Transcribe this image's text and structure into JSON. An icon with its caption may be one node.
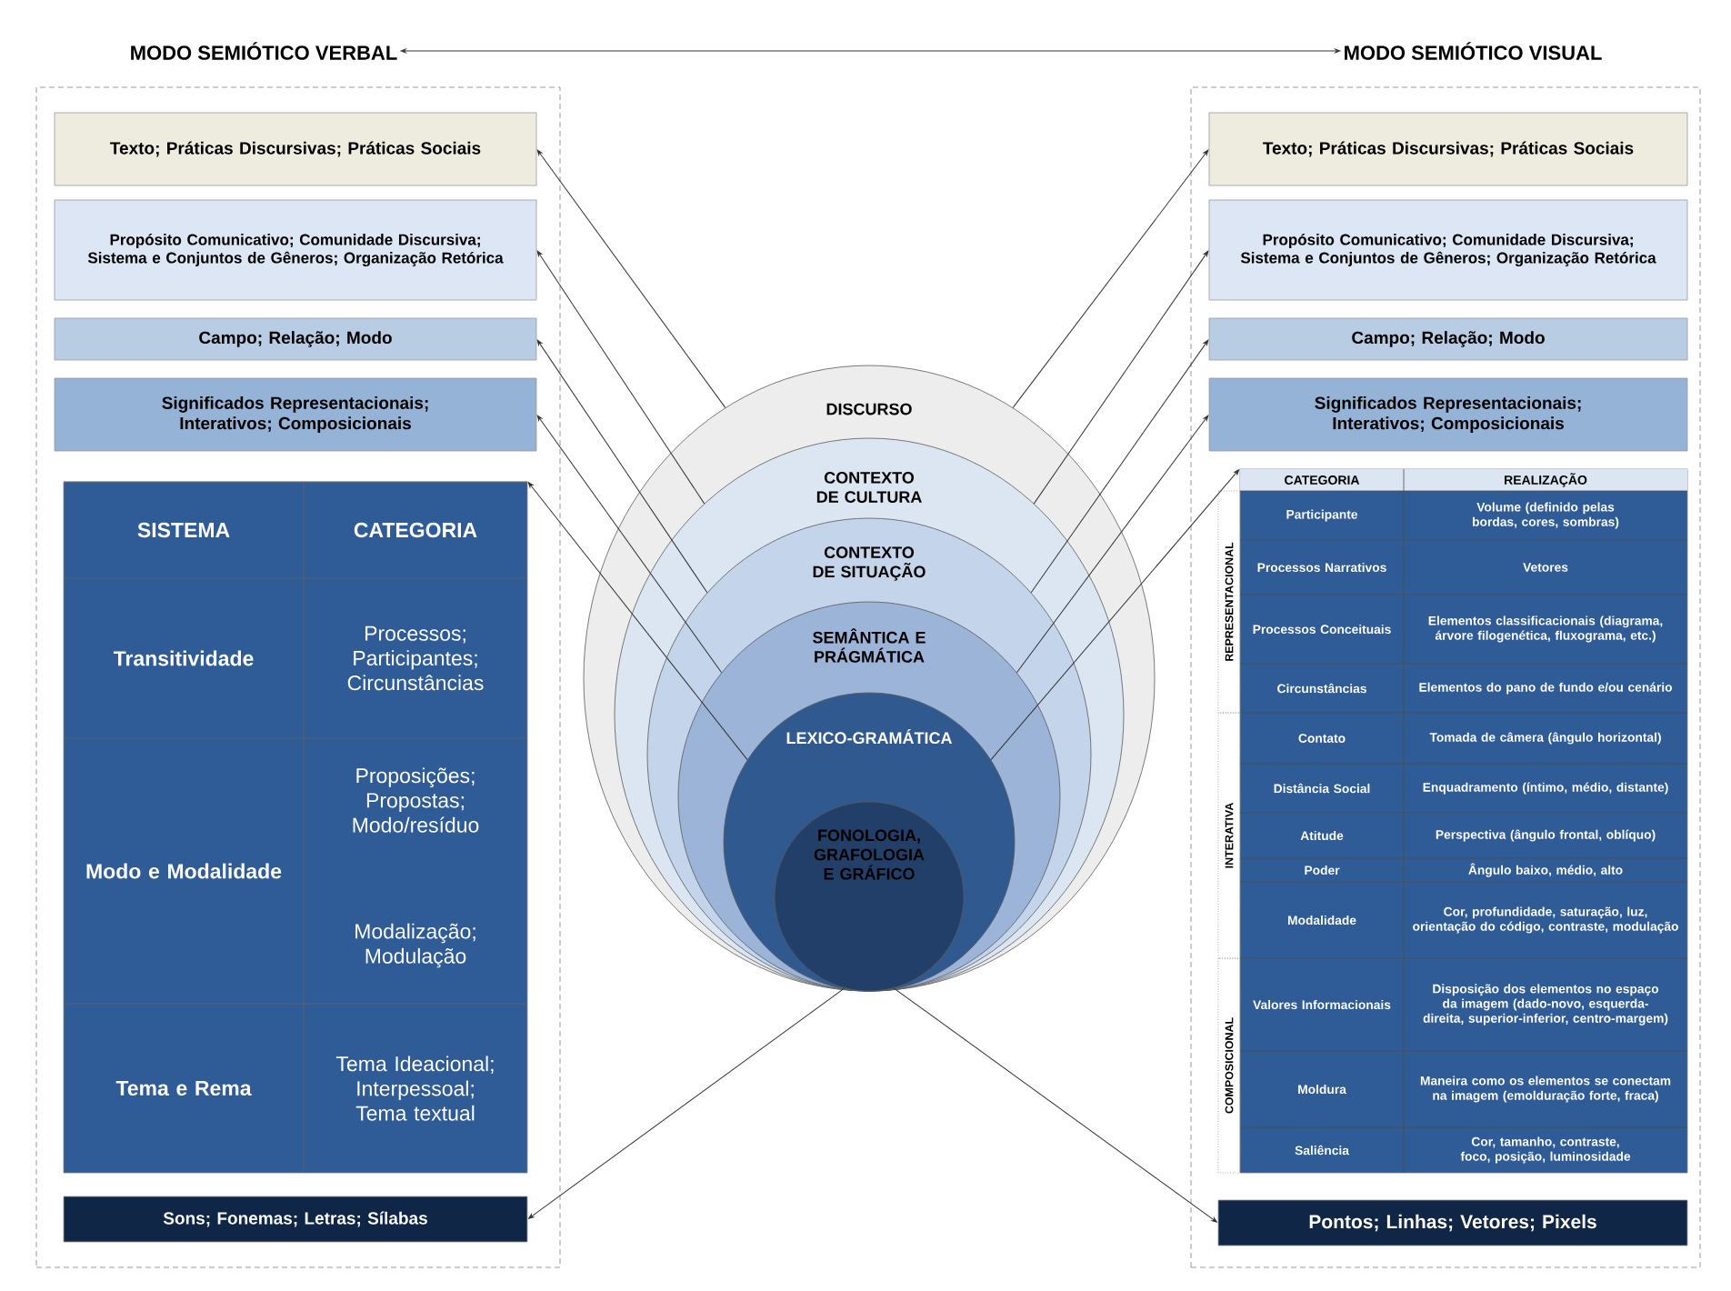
{
  "diagram": {
    "nodes": [
      {
        "text": [
          "MODO SEMIÓTICO VERBAL"
        ]
      },
      {
        "text": [
          "Texto; Práticas Discursivas; Práticas Sociais"
        ],
        "in": 0
      },
      {
        "text": [
          "Propósito Comunicativo; Comunidade Discursiva; Sistema e Conjuntos de Gêneros; Organização Retórica"
        ],
        "in": 0
      },
      {
        "text": [
          "Campo; Relação; Modo"
        ],
        "in": 0
      },
      {
        "text": [
          "Significados Representacionais; Interativos; Composicionais"
        ],
        "in": 0
      },
      {
        "text": [
          "SISTEMA",
          "CATEGORIA",
          "Transitividade",
          "Processos; Participantes; Circunstâncias",
          "Modo e Modalidade",
          "Proposições; Propostas; Modo/resíduo",
          "Modalização; Modulação",
          "Tema e Rema",
          "Tema Ideacional; Interpessoal; Tema textual"
        ],
        "in": 0
      },
      {
        "text": [
          "Sons; Fonemas; Letras; Sílabas"
        ],
        "in": 0
      },
      {
        "text": [
          "DISCURSO"
        ]
      },
      {
        "text": [
          "CONTEXTO DE CULTURA"
        ],
        "in": 7
      },
      {
        "text": [
          "CONTEXTO DE SITUAÇÃO"
        ],
        "in": 8
      },
      {
        "text": [
          "SEMÂNTICA E PRÁGMÁTICA"
        ],
        "in": 9
      },
      {
        "text": [
          "LEXICO-GRAMÁTICA"
        ],
        "in": 10
      },
      {
        "text": [
          "FONOLOGIA, GRAFOLOGIA E GRÁFICO"
        ],
        "in": 11
      },
      {
        "text": [
          "MODO SEMIÓTICO VISUAL"
        ]
      },
      {
        "text": [
          "Texto; Práticas Discursivas; Práticas Sociais"
        ],
        "in": 13
      },
      {
        "text": [
          "Propósito Comunicativo; Comunidade Discursiva; Sistema e Conjuntos de Gêneros; Organização Retórica"
        ],
        "in": 13
      },
      {
        "text": [
          "Campo; Relação; Modo"
        ],
        "in": 13
      },
      {
        "text": [
          "Significados Representacionais; Interativos; Composicionais"
        ],
        "in": 13
      },
      {
        "text": [
          "CATEGORIA",
          "REALIZAÇÃO",
          "REPRESENTACIONAL",
          "Participante",
          "Volume (definido pelas bordas, cores, sombras)",
          "Processos Narrativos",
          "Vetores",
          "Processos Conceituais",
          "Elementos classificacionais (diagrama, árvore filogenética, fluxograma, etc.)",
          "Circunstâncias",
          "Elementos do pano de fundo e/ou cenário",
          "INTERATIVA",
          "Contato",
          "Tomada de câmera (ângulo horizontal)",
          "Distância Social",
          "Enquadramento (íntimo, médio, distante)",
          "Atitude",
          "Perspectiva (ângulo frontal, oblíquo)",
          "Poder",
          "Ângulo baixo, médio, alto",
          "Modalidade",
          "Cor, profundidade, saturação, luz, orientação do código, contraste, modulação",
          "COMPOSICIONAL",
          "Valores Informacionais",
          "Disposição dos elementos no espaço da imagem (dado-novo, esquerda-direita, superior-inferior, centro-margem)",
          "Moldura",
          "Maneira como os elementos se conectam na imagem (emolduração forte, fraca)",
          "Saliência",
          "Cor, tamanho, contraste, foco, posição, luminosidade"
        ],
        "in": 13
      },
      {
        "text": [
          "Pontos;  Linhas; Vetores; Pixels"
        ],
        "in": 13
      }
    ],
    "edges": [
      {
        "from": 0,
        "to": 13,
        "arrow": "both"
      },
      {
        "from": 7,
        "to": 1,
        "arrow": "to"
      },
      {
        "from": 8,
        "to": 2,
        "arrow": "to"
      },
      {
        "from": 9,
        "to": 3,
        "arrow": "to"
      },
      {
        "from": 10,
        "to": 4,
        "arrow": "to"
      },
      {
        "from": 11,
        "to": 5,
        "arrow": "to"
      },
      {
        "from": 12,
        "to": 6,
        "arrow": "to"
      },
      {
        "from": 7,
        "to": 14,
        "arrow": "to"
      },
      {
        "from": 8,
        "to": 15,
        "arrow": "to"
      },
      {
        "from": 9,
        "to": 16,
        "arrow": "to"
      },
      {
        "from": 10,
        "to": 17,
        "arrow": "to"
      },
      {
        "from": 11,
        "to": 18,
        "arrow": "to"
      },
      {
        "from": 12,
        "to": 19,
        "arrow": "to"
      }
    ]
  }
}
